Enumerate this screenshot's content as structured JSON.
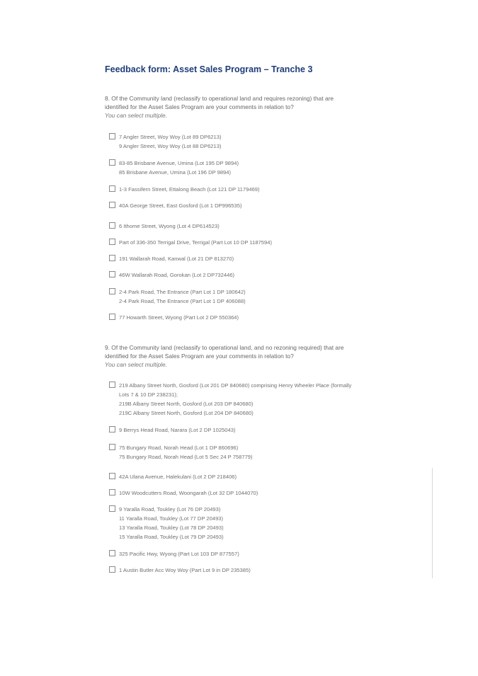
{
  "title": "Feedback form: Asset Sales Program – Tranche 3",
  "q8": {
    "text_line1": "8. Of the Community land (reclassify to operational land and requires rezoning) that are",
    "text_line2": "identified for the Asset Sales Program are your comments in relation to?",
    "hint": "You can select multiple.",
    "options": [
      [
        "7 Angler Street, Woy Woy (Lot 89 DP6213)",
        "9 Angler Street, Woy Woy (Lot 88 DP6213)"
      ],
      [
        "83-85 Brisbane Avenue, Umina (Lot 195 DP 9894)",
        "85 Brisbane Avenue, Umina (Lot 196 DP 9894)"
      ],
      [
        "1-3 Fassifern Street, Ettalong Beach (Lot 121 DP 1179469)"
      ],
      [
        "40A George Street, East Gosford (Lot 1 DP996535)"
      ],
      [
        "6 Ithome Street, Wyong (Lot 4 DP614523)"
      ],
      [
        "Part of 336-350 Terrigal Drive, Terrigal (Part Lot 10 DP 1187594)"
      ],
      [
        "191 Wallarah Road, Kanwal (Lot 21 DP 813270)"
      ],
      [
        "46W Wallarah Road, Gorokan (Lot 2 DP732446)"
      ],
      [
        "2-4 Park Road, The Entrance (Part Lot 1 DP 180642)",
        "2-4 Park Road, The Entrance (Part Lot 1 DP 406088)"
      ],
      [
        "77 Howarth Street, Wyong (Part Lot 2 DP 550364)"
      ]
    ]
  },
  "q9": {
    "text_line1": "9. Of the Community land (reclassify to operational land, and no rezoning required) that are",
    "text_line2": "identified for the Asset Sales Program are your comments in relation to?",
    "hint": "You can select multiple.",
    "options": [
      [
        "219 Albany Street North, Gosford (Lot 201 DP 840680) comprising Henry Wheeler Place (formally",
        "Lots 7 & 10 DP 238231);",
        "219B Albany Street North, Gosford (Lot 203 DP 840680)",
        "219C Albany Street North, Gosford (Lot 204 DP 840680)"
      ],
      [
        "9 Berrys Head Road, Narara (Lot 2 DP 1025043)"
      ],
      [
        "75 Bungary Road, Norah Head (Lot 1 DP 860696)",
        "75 Bungary Road, Norah Head (Lot 5 Sec 24 P 758779)"
      ],
      [
        "42A Ulana Avenue, Halekulani (Lot 2 DP 218406)"
      ],
      [
        "10W Woodcutters Road, Woongarah (Lot 32 DP 1044070)"
      ],
      [
        "9 Yaralla Road, Toukley (Lot 76 DP 20493)",
        "11 Yaralla Road, Toukley (Lot 77 DP 20493)",
        "13 Yaralla Road, Toukley (Lot 78 DP 20493)",
        "15 Yaralla Road, Toukley (Lot 79 DP 20493)"
      ],
      [
        "325 Pacific Hwy, Wyong (Part Lot 103 DP 877557)"
      ],
      [
        "1 Austin Butler Acc Woy Woy (Part Lot 9 in DP 235385)"
      ]
    ]
  }
}
